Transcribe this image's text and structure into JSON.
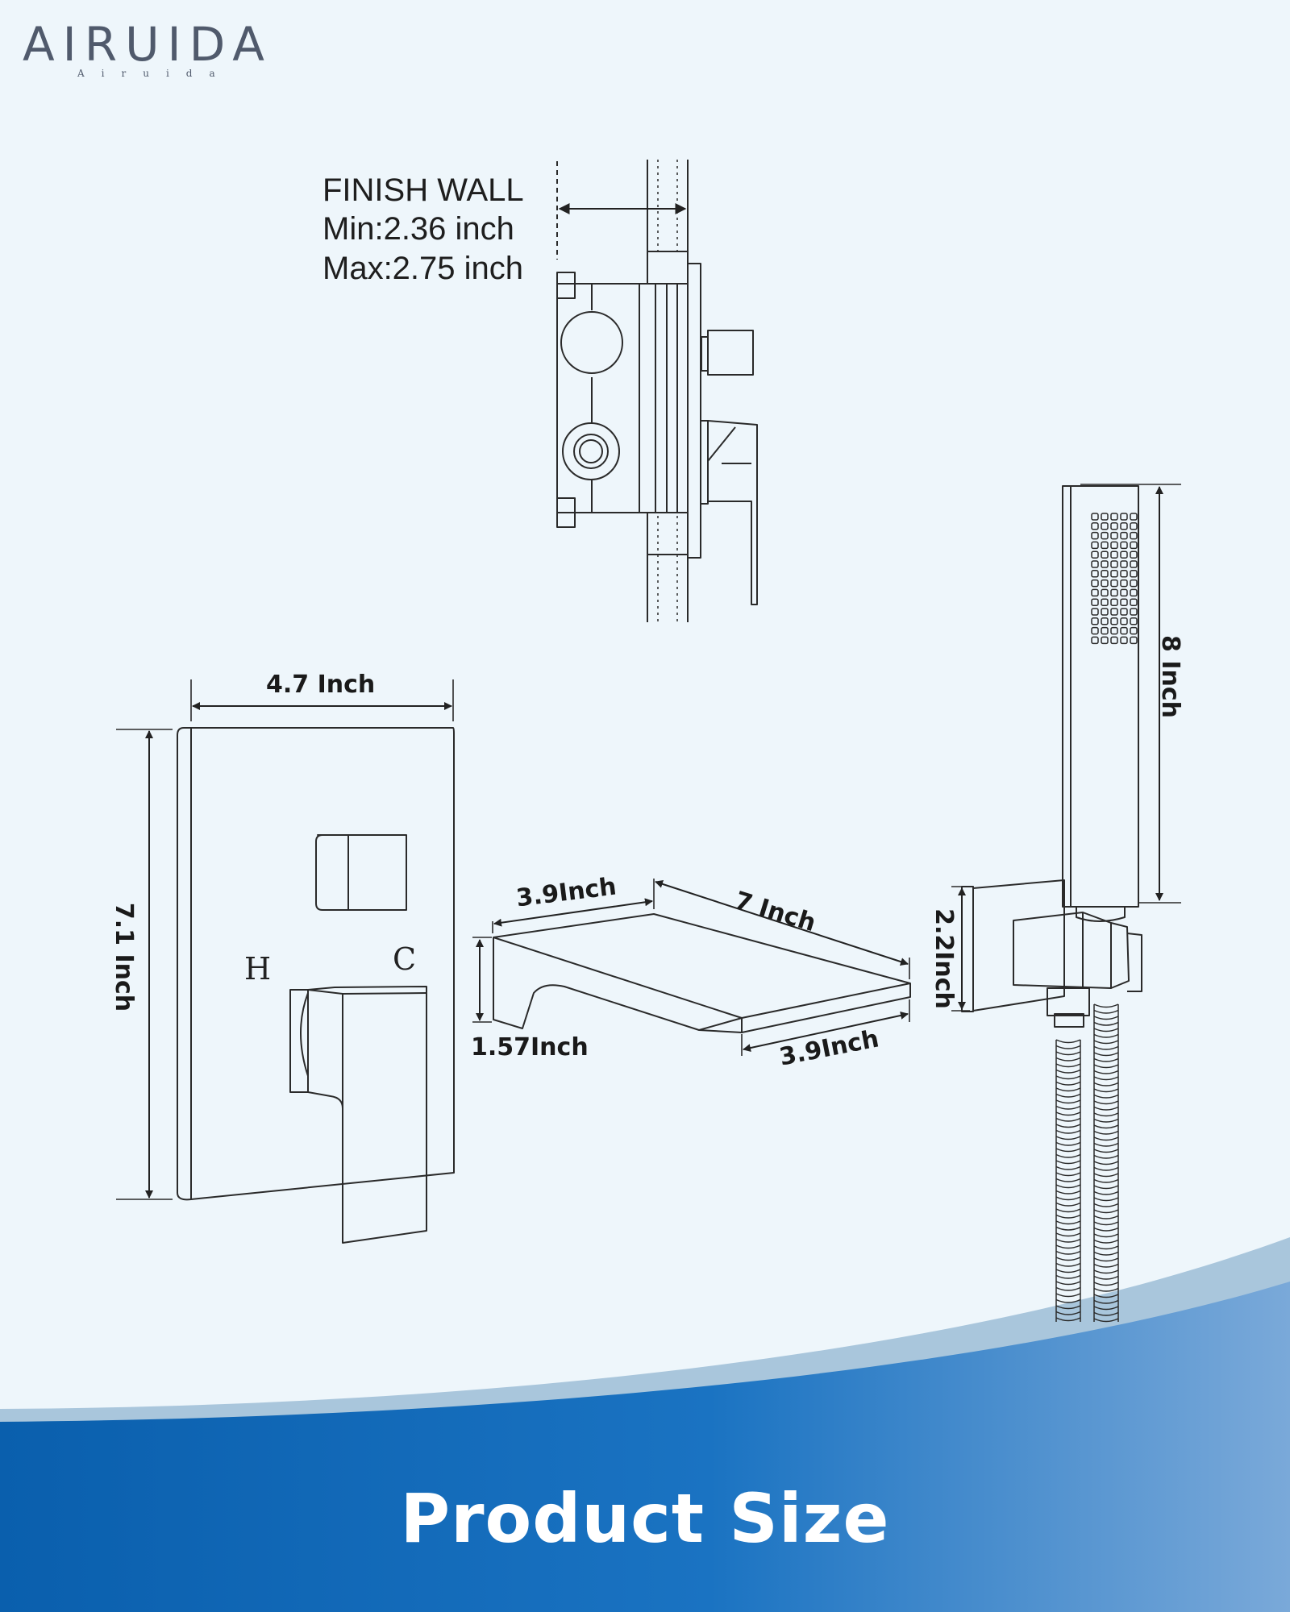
{
  "brand": {
    "name": "AIRUIDA",
    "sub": "Airuida"
  },
  "finish_wall": {
    "title": "FINISH WALL",
    "min": "Min:2.36 inch",
    "max": "Max:2.75 inch"
  },
  "dimensions": {
    "plate_width": "4.7 Inch",
    "plate_height": "7.1 Inch",
    "handheld_length": "8 Inch",
    "spout_back_width": "3.9Inch",
    "spout_length": "7 Inch",
    "spout_height": "1.57Inch",
    "spout_front_width": "3.9Inch",
    "holder_height": "2.2Inch"
  },
  "valve_labels": {
    "hot": "H",
    "cold": "C"
  },
  "footer": {
    "title": "Product Size"
  },
  "colors": {
    "background": "#eef6fb",
    "line": "#2a2a2a",
    "brand": "#505a6c",
    "footer_blue": "#0a5fad",
    "footer_light": "#a9c6dc"
  }
}
